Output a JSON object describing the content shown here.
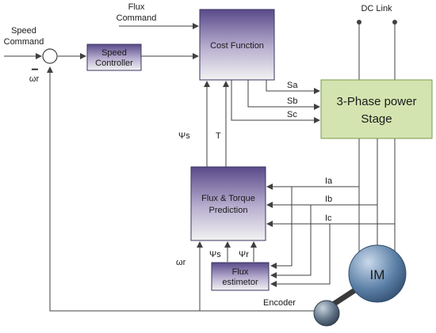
{
  "labels": {
    "flux_command_line1": "Flux",
    "flux_command_line2": "Command",
    "speed_command_line1": "Speed",
    "speed_command_line2": "Command",
    "omega_r_feedback": "ωr",
    "minus_sign": "−",
    "dc_link": "DC Link",
    "sa": "Sa",
    "sb": "Sb",
    "sc": "Sc",
    "psi_s_upper": "Ψs",
    "t_upper": "T",
    "ia": "Ia",
    "ib": "Ib",
    "ic": "Ic",
    "omega_r_lower": "ωr",
    "psi_s_lower": "Ψs",
    "psi_r_lower": "Ψr",
    "encoder": "Encoder"
  },
  "blocks": {
    "speed_controller_line1": "Speed",
    "speed_controller_line2": "Controller",
    "cost_function": "Cost Function",
    "power_stage_line1": "3-Phase power",
    "power_stage_line2": "Stage",
    "flux_torque_line1": "Flux & Torque",
    "flux_torque_line2": "Prediction",
    "flux_estimator_line1": "Flux",
    "flux_estimator_line2": "estimetor",
    "motor": "IM"
  },
  "colors": {
    "block_top": "#5a4a8a",
    "block_bottom": "#f2f2f2",
    "power_stage_fill": "#d3e4b0",
    "power_stage_stroke": "#7a9a4a",
    "motor_fill": "#5b7fa6",
    "line": "#404040"
  }
}
